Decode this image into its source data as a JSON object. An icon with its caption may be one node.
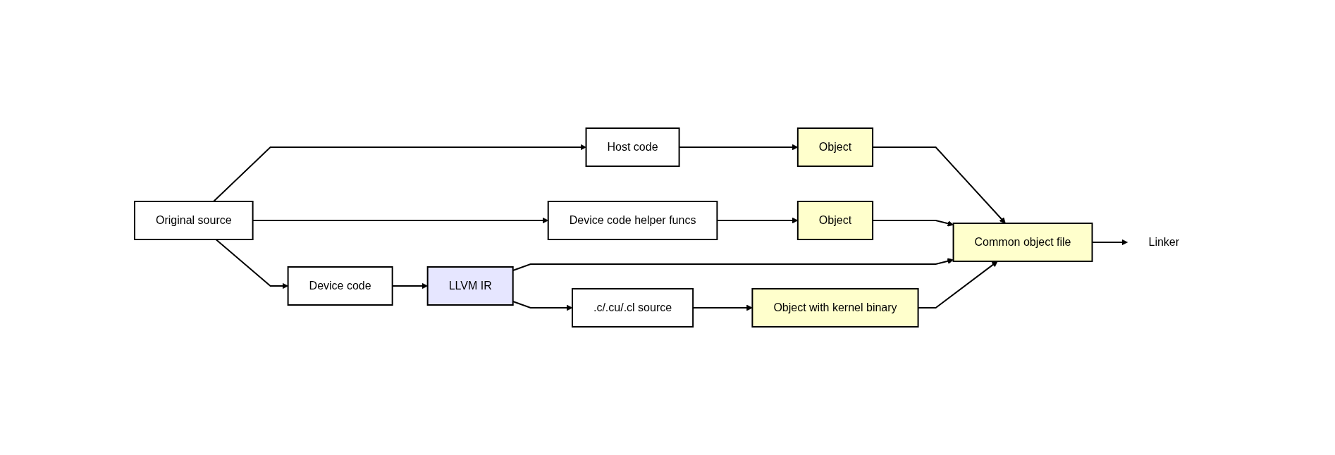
{
  "diagram": {
    "nodes": [
      {
        "text": [
          "Original source"
        ]
      },
      {
        "text": [
          "Host code"
        ]
      },
      {
        "text": [
          "Device code helper funcs"
        ]
      },
      {
        "text": [
          "Device code"
        ]
      },
      {
        "text": [
          "Object"
        ]
      },
      {
        "text": [
          "Object"
        ]
      },
      {
        "text": [
          "LLVM IR"
        ]
      },
      {
        "text": [
          "Common object file"
        ]
      },
      {
        "text": [
          ".c/.cu/.cl source"
        ]
      },
      {
        "text": [
          "Object with kernel binary"
        ]
      },
      {
        "text": [
          "Linker"
        ]
      }
    ],
    "edges": [
      {
        "from": 0,
        "to": 1,
        "arrow": "to"
      },
      {
        "from": 0,
        "to": 2,
        "arrow": "to"
      },
      {
        "from": 0,
        "to": 3,
        "arrow": "to"
      },
      {
        "from": 1,
        "to": 4,
        "arrow": "to"
      },
      {
        "from": 2,
        "to": 5,
        "arrow": "to"
      },
      {
        "from": 3,
        "to": 6,
        "arrow": "to"
      },
      {
        "from": 4,
        "to": 7,
        "arrow": "to"
      },
      {
        "from": 5,
        "to": 7,
        "arrow": "to"
      },
      {
        "from": 6,
        "to": 7,
        "arrow": "to"
      },
      {
        "from": 6,
        "to": 8,
        "arrow": "to"
      },
      {
        "from": 8,
        "to": 9,
        "arrow": "to"
      },
      {
        "from": 9,
        "to": 7,
        "arrow": "to"
      },
      {
        "from": 7,
        "to": 10,
        "arrow": "to"
      }
    ]
  }
}
